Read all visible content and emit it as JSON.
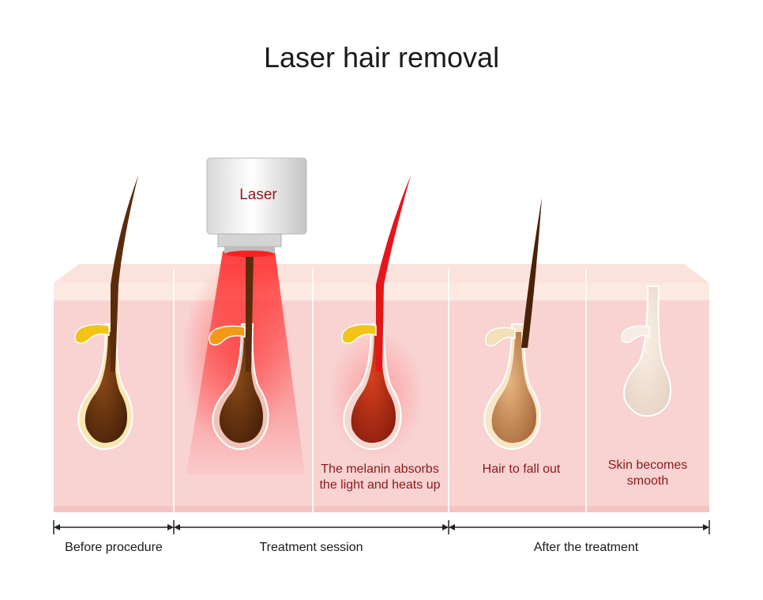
{
  "title": "Laser hair removal",
  "laser_label": "Laser",
  "annotations": {
    "melanin_line1": "The melanin absorbs",
    "melanin_line2": "the light and heats up",
    "fall_out": "Hair to fall out",
    "smooth_line1": "Skin becomes",
    "smooth_line2": "smooth"
  },
  "phases": {
    "before": "Before procedure",
    "treatment": "Treatment session",
    "after": "After the treatment"
  },
  "colors": {
    "skin": "#f9d3d3",
    "skin_top": "#fbe6df",
    "hair_dark": "#5b2c0c",
    "bulb_dark": "#6e3810",
    "laser_red": "#e8141c",
    "annotation_text": "#8b1a1a",
    "gland_yellow": "#f2c418"
  }
}
